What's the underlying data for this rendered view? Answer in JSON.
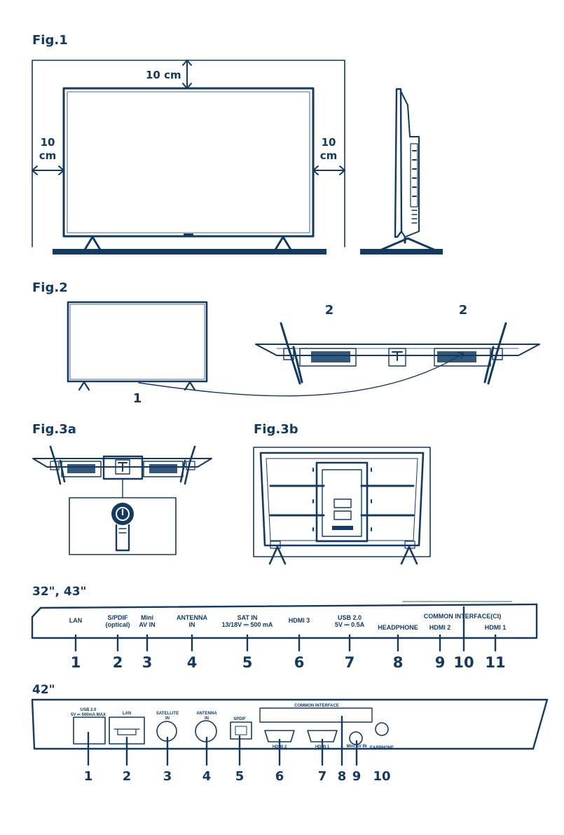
{
  "colors": {
    "ink": "#123a63",
    "background": "#ffffff"
  },
  "figures": {
    "fig1": "Fig.1",
    "fig2": "Fig.2",
    "fig3a": "Fig.3a",
    "fig3b": "Fig.3b"
  },
  "fig1": {
    "top_clearance": "10 cm",
    "left_clearance": [
      "10",
      "cm"
    ],
    "right_clearance": [
      "10",
      "cm"
    ]
  },
  "fig2": {
    "front_callout": "1",
    "speaker_callouts": [
      "2",
      "2"
    ]
  },
  "panel_32_43": {
    "title": "32\", 43\"",
    "group_label": "COMMON INTERFACE(CI)",
    "ports": [
      {
        "label": [
          "LAN"
        ],
        "number": "1"
      },
      {
        "label": [
          "S/PDIF",
          "(optical)"
        ],
        "number": "2"
      },
      {
        "label": [
          "Mini",
          "AV IN"
        ],
        "number": "3"
      },
      {
        "label": [
          "ANTENNA",
          "IN"
        ],
        "number": "4"
      },
      {
        "label": [
          "SAT IN",
          "13/18V ⎓ 500 mA"
        ],
        "number": "5"
      },
      {
        "label": [
          "HDMI 3"
        ],
        "number": "6"
      },
      {
        "label": [
          "USB 2.0",
          "5V ⎓ 0.5A"
        ],
        "number": "7"
      },
      {
        "label": [
          "HEADPHONE"
        ],
        "number": "8"
      },
      {
        "label": [
          "HDMI 2"
        ],
        "number": "9"
      },
      {
        "label": [
          ""
        ],
        "number": "10"
      },
      {
        "label": [
          "HDMI 1"
        ],
        "number": "11"
      }
    ]
  },
  "panel_42": {
    "title": "42\"",
    "group_label": "COMMON INTERFACE",
    "ports": [
      {
        "label": [
          "USB 2.0",
          "5V ⎓ 500mA MAX"
        ],
        "number": "1"
      },
      {
        "label": [
          "LAN"
        ],
        "number": "2"
      },
      {
        "label": [
          "SATELLITE",
          "IN"
        ],
        "number": "3"
      },
      {
        "label": [
          "ANTENNA",
          "IN"
        ],
        "number": "4"
      },
      {
        "label": [
          "SPDIF"
        ],
        "number": "5"
      },
      {
        "label": [
          "HDMI 2"
        ],
        "number": "6"
      },
      {
        "label": [
          "HDMI 1"
        ],
        "number": "7"
      },
      {
        "label": [
          ""
        ],
        "number": "8"
      },
      {
        "label": [
          "Mini AV IN"
        ],
        "number": "9"
      },
      {
        "label": [
          "EARPHONE"
        ],
        "number": "10"
      }
    ]
  }
}
